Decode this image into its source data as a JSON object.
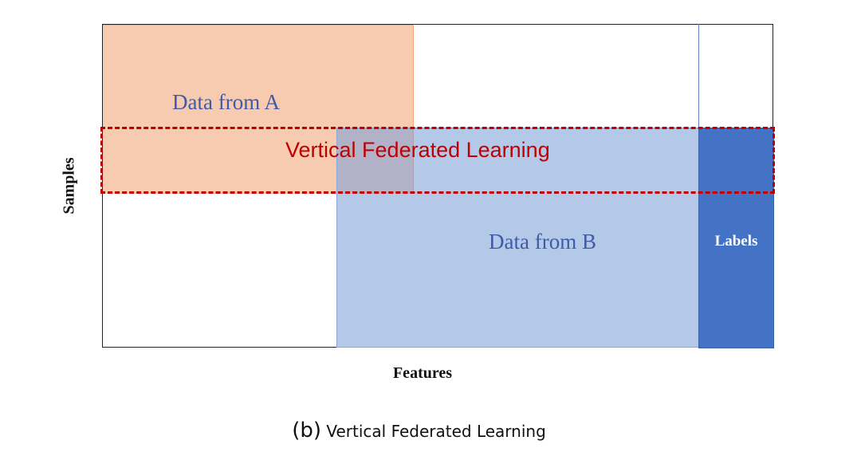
{
  "diagram": {
    "block_a_label": "Data from A",
    "block_b_label": "Data from B",
    "labels_block_label": "Labels",
    "overlap_label": "Vertical Federated Learning",
    "y_axis_label": "Samples",
    "x_axis_label": "Features"
  },
  "caption": {
    "tag": "(b)",
    "text": "Vertical Federated Learning"
  },
  "colors": {
    "block_a": "#f7cbb0",
    "block_b": "#b4c7e7",
    "labels_block": "#4472c4",
    "overlap_border": "#c00000",
    "block_text": "#3f5aa8"
  }
}
